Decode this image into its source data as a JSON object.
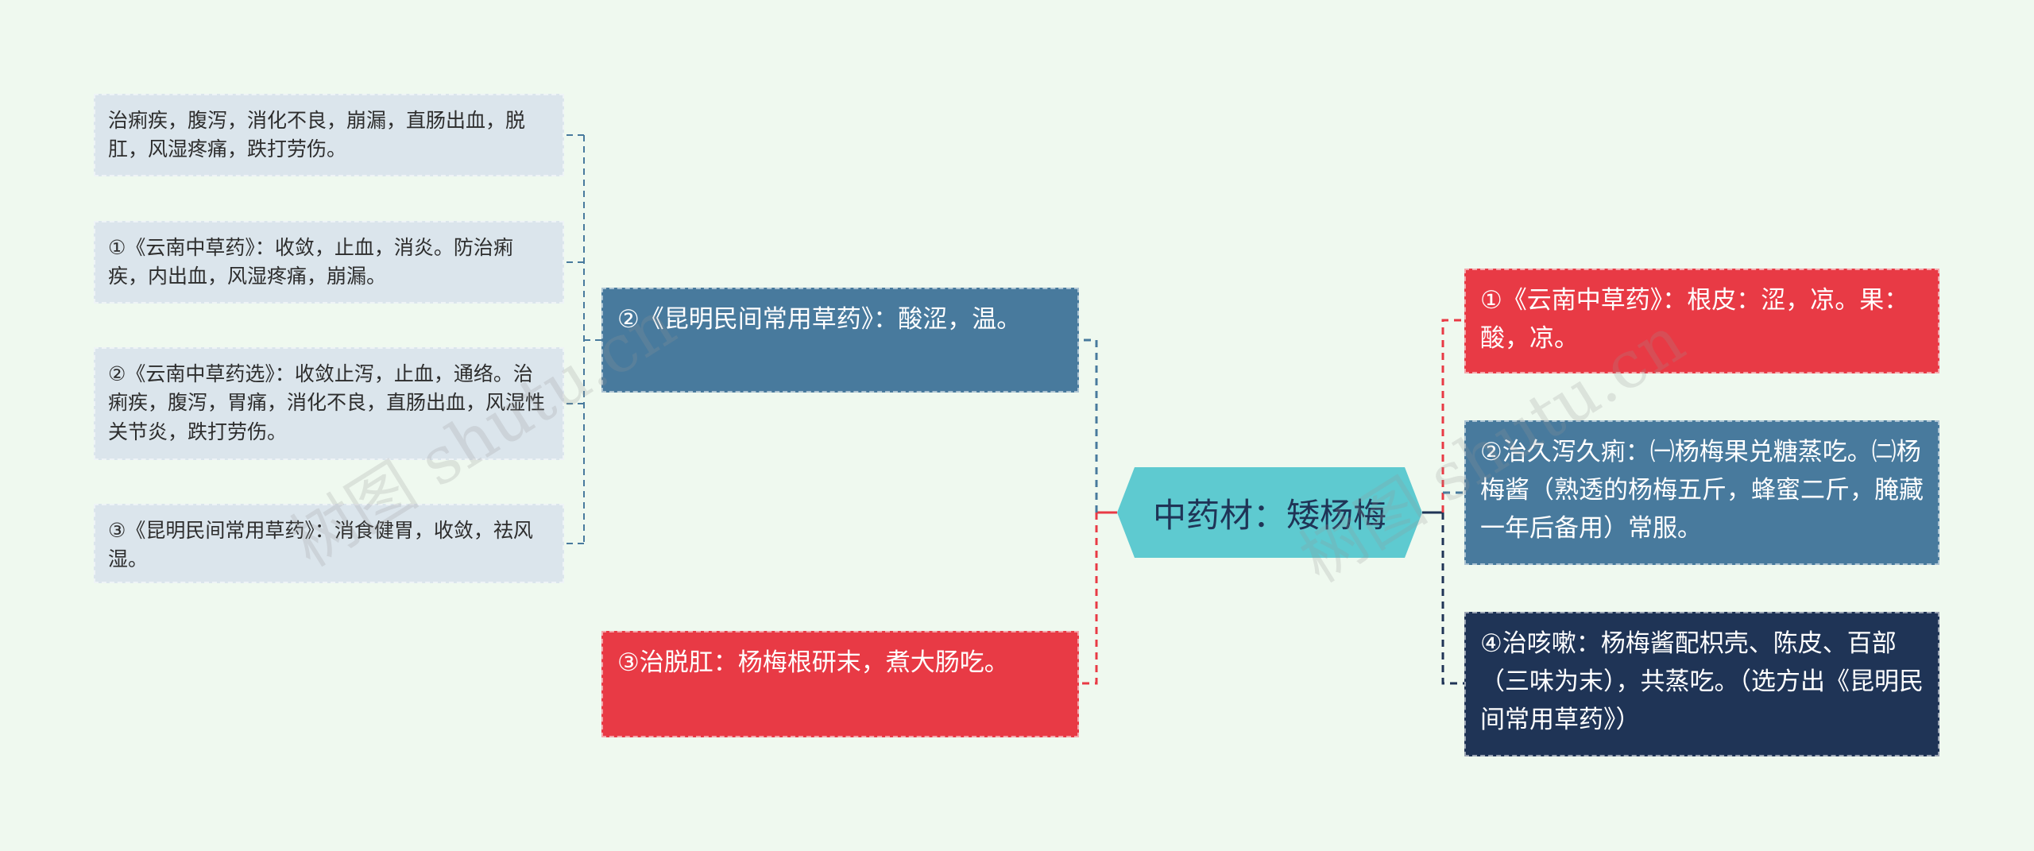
{
  "root": {
    "label": "中药材：矮杨梅"
  },
  "left": {
    "n1": {
      "label": "②《昆明民间常用草药》：酸涩，温。"
    },
    "n2": {
      "label": "③治脱肛：杨梅根研末，煮大肠吃。"
    },
    "leaves": [
      {
        "label": "治痢疾，腹泻，消化不良，崩漏，直肠出血，脱肛，风湿疼痛，跌打劳伤。"
      },
      {
        "label": "①《云南中草药》：收敛，止血，消炎。防治痢疾，内出血，风湿疼痛，崩漏。"
      },
      {
        "label": "②《云南中草药选》：收敛止泻，止血，通络。治痢疾，腹泻，胃痛，消化不良，直肠出血，风湿性关节炎，跌打劳伤。"
      },
      {
        "label": "③《昆明民间常用草药》：消食健胃，收敛，祛风湿。"
      }
    ]
  },
  "right": {
    "r1": {
      "label": "①《云南中草药》：根皮：涩，凉。果：酸，凉。"
    },
    "r2": {
      "label": "②治久泻久痢：㈠杨梅果兑糖蒸吃。㈡杨梅酱（熟透的杨梅五斤，蜂蜜二斤，腌藏一年后备用）常服。"
    },
    "r3": {
      "label": "④治咳嗽：杨梅酱配枳壳、陈皮、百部（三味为末），共蒸吃。（选方出《昆明民间常用草药》）"
    }
  },
  "watermarks": [
    "树图 shutu.cn",
    "树图 shutu.cn"
  ],
  "colors": {
    "background": "#eff9ef",
    "root": "#5ecad0",
    "red": "#e83a45",
    "blue": "#487a9d",
    "navy": "#1f3456",
    "leaf": "#dbe5ec"
  }
}
